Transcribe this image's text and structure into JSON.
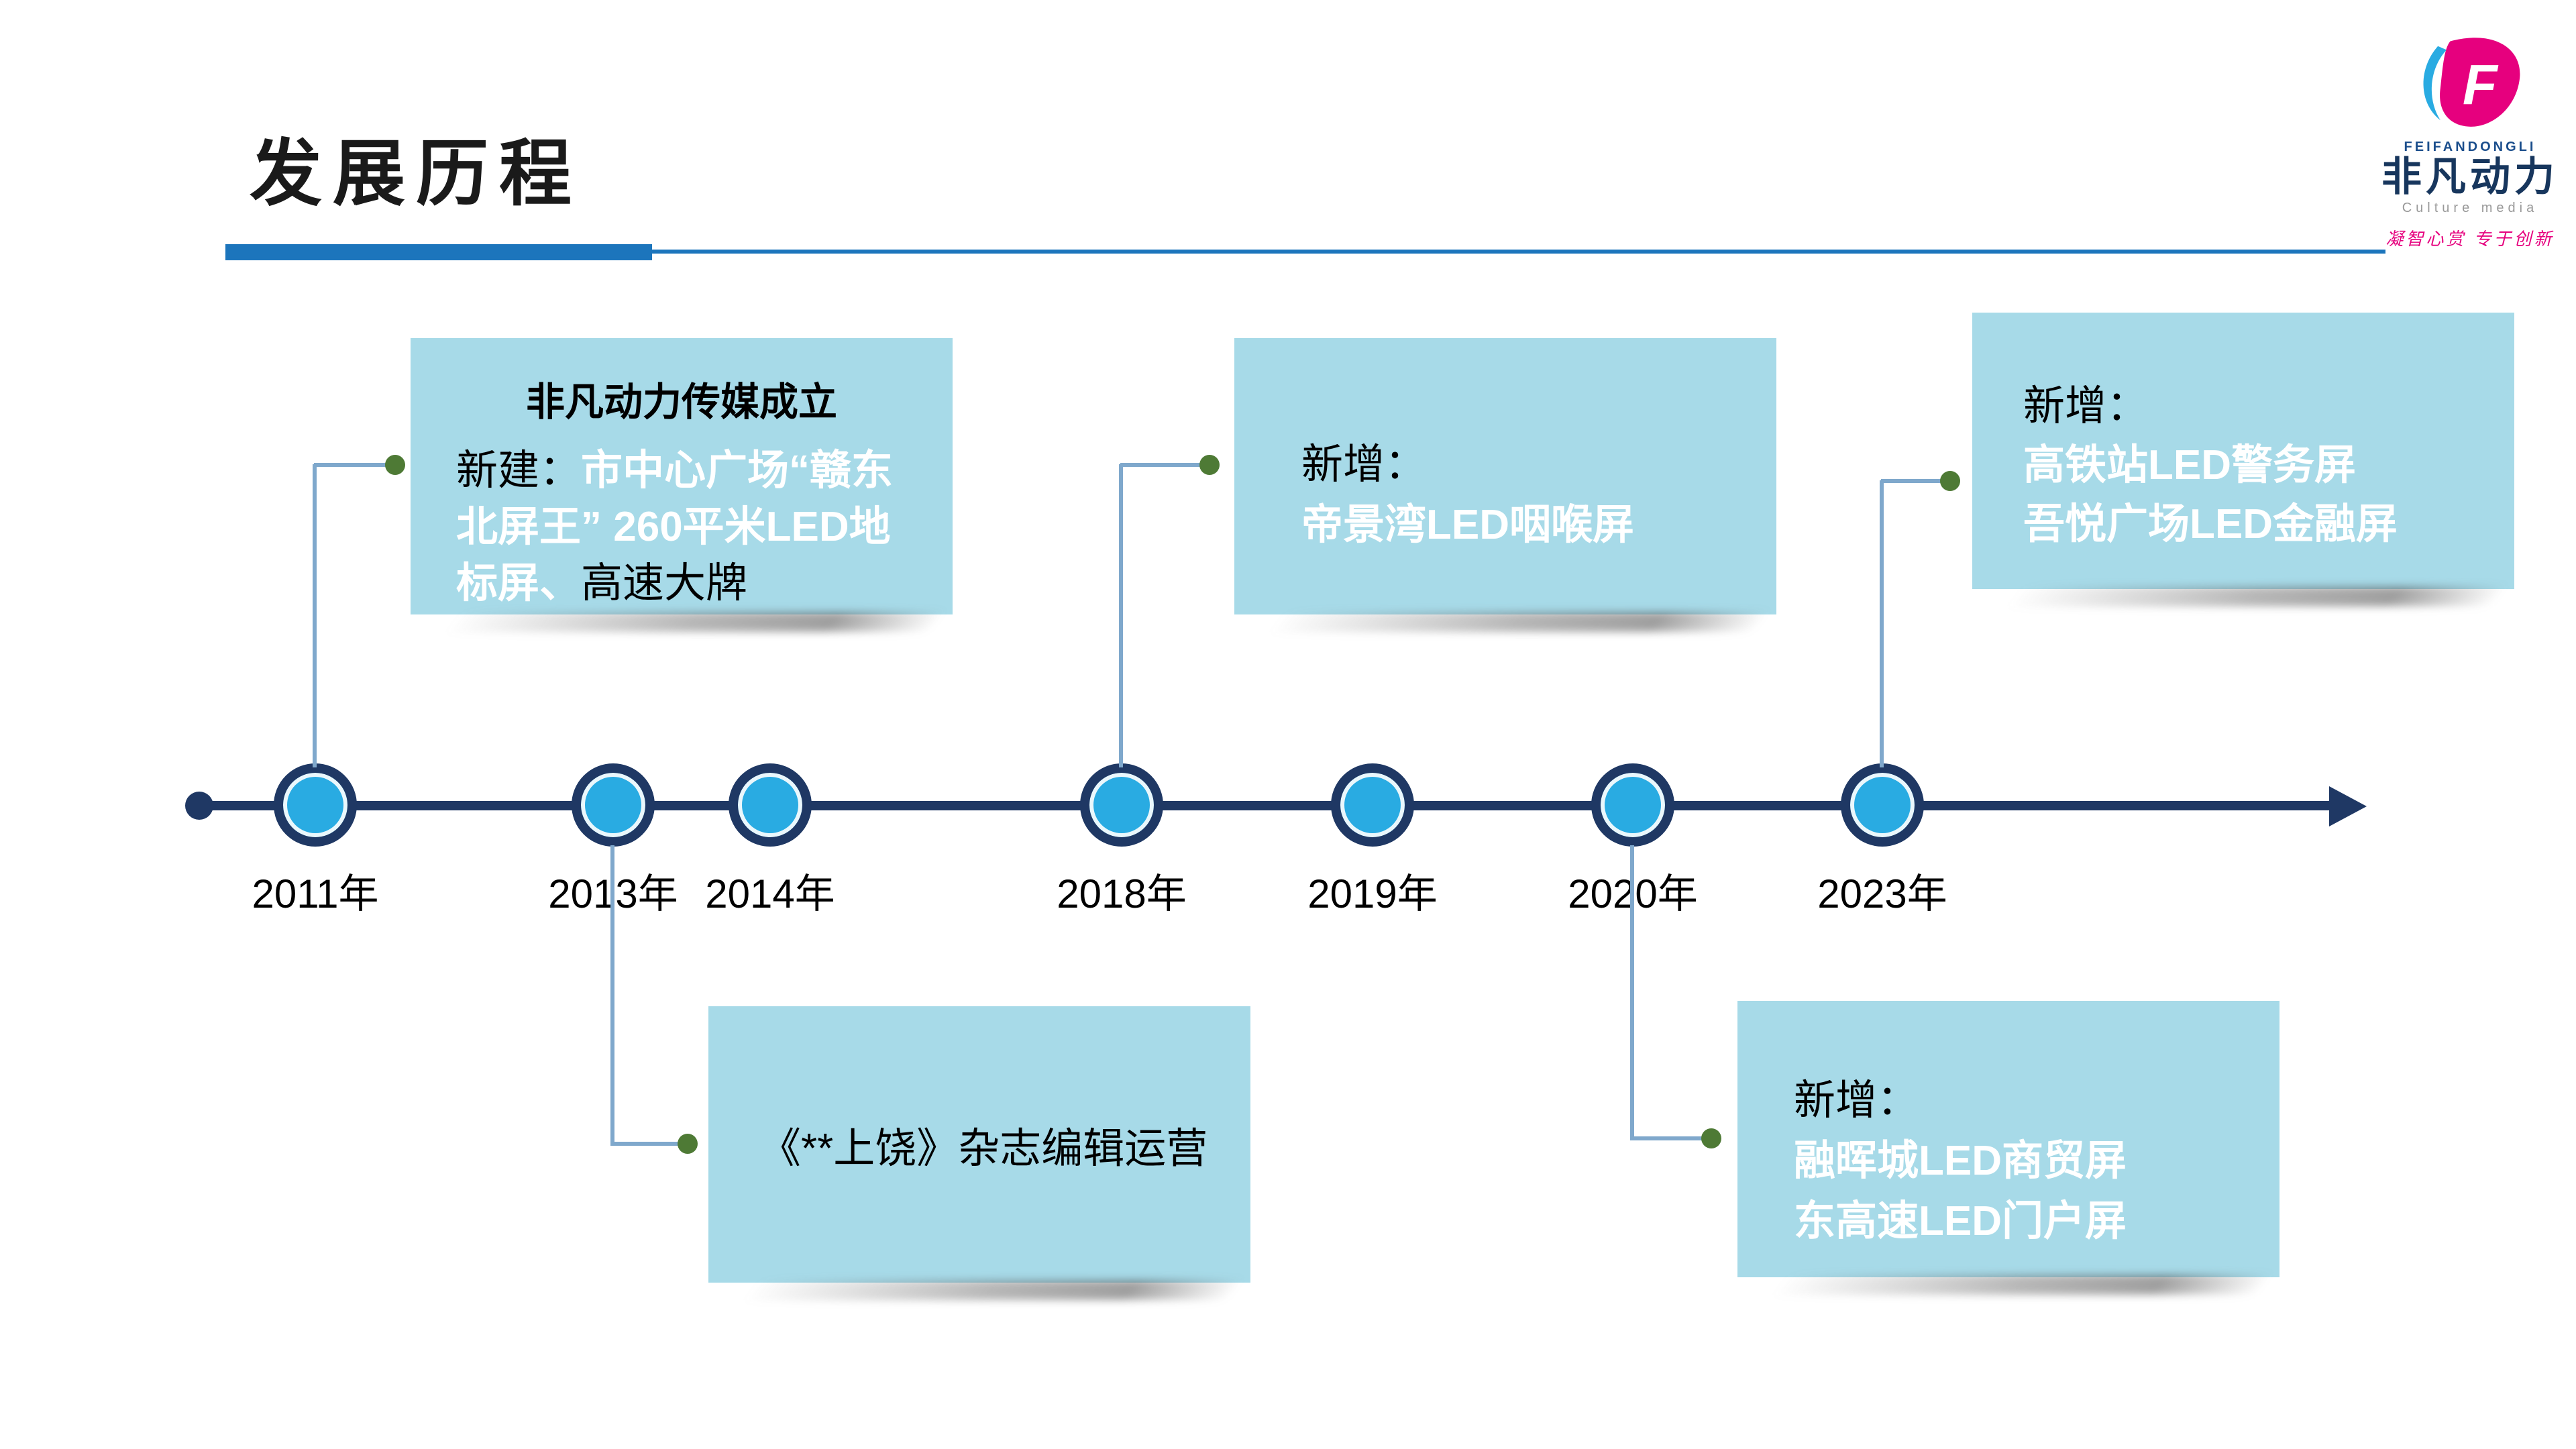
{
  "slide": {
    "title": "发展历程"
  },
  "logo": {
    "monogram": "F",
    "name_en": "FEIFANDONGLI",
    "name_cn": "非凡动力",
    "subtitle": "Culture media",
    "tagline": "凝智心赏 专于创新"
  },
  "colors": {
    "accent_blue": "#1C75BC",
    "timeline_navy": "#1F3864",
    "node_fill": "#29ABE2",
    "callout_bg": "#A7DAE8",
    "connector": "#7FA8CC",
    "dot_green": "#4E7A35",
    "highlight_text": "#FFFFFF",
    "logo_pink": "#E6007E"
  },
  "timeline": {
    "years": [
      "2011年",
      "2013年",
      "2014年",
      "2018年",
      "2019年",
      "2020年",
      "2023年"
    ]
  },
  "callouts": {
    "c2011": {
      "heading": "非凡动力传媒成立",
      "prefix": "新建：",
      "highlight": "市中心广场“赣东北屏王” 260平米LED地标屏、",
      "suffix": "高速大牌"
    },
    "c2013": {
      "text": "《**上饶》杂志编辑运营"
    },
    "c2018": {
      "prefix": "新增：",
      "line1": "帝景湾LED咽喉屏"
    },
    "c2020": {
      "prefix": "新增：",
      "line1": "融晖城LED商贸屏",
      "line2": "东高速LED门户屏"
    },
    "c2023": {
      "prefix": "新增：",
      "line1": "高铁站LED警务屏",
      "line2": "吾悦广场LED金融屏"
    }
  }
}
